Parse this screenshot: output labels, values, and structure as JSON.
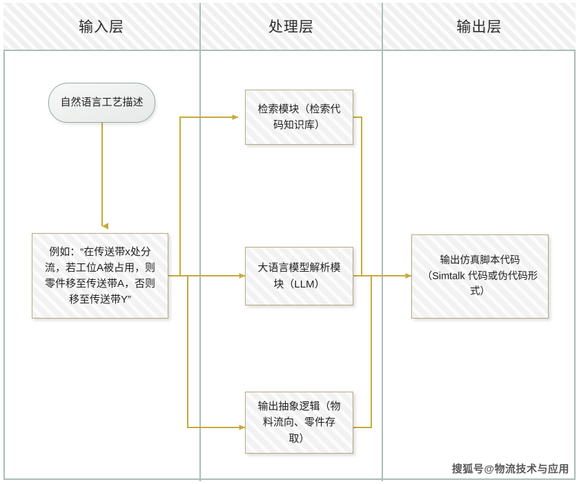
{
  "diagram": {
    "title_lanes": [
      {
        "id": "input",
        "label": "输入层"
      },
      {
        "id": "process",
        "label": "处理层"
      },
      {
        "id": "output",
        "label": "输出层"
      }
    ],
    "nodes": {
      "nl_description": {
        "label": "自然语言工艺描述",
        "shape": "rounded-pill",
        "lane": "input"
      },
      "example_text": {
        "label": "例如：“在传送带x处分\n流，若工位A被占用，则\n零件移至传送带A，否则\n移至传送带Y”",
        "shape": "rect",
        "lane": "input"
      },
      "retrieval_module": {
        "label": "检索模块（检索代\n码知识库）",
        "shape": "rect",
        "lane": "process"
      },
      "llm_module": {
        "label": "大语言模型解析模\n块（LLM）",
        "shape": "rect",
        "lane": "process"
      },
      "abstract_logic": {
        "label": "输出抽象逻辑（物\n料流向、零件存\n取）",
        "shape": "rect",
        "lane": "process"
      },
      "sim_script": {
        "label": "输出仿真脚本代码\n（Simtalk 代码或伪代码形\n式）",
        "shape": "rect",
        "lane": "output"
      }
    },
    "edges": [
      {
        "id": "e1",
        "from": "nl_description",
        "to": "example_text"
      },
      {
        "id": "e2",
        "from": "example_text",
        "to": "retrieval_module"
      },
      {
        "id": "e3",
        "from": "example_text",
        "to": "llm_module"
      },
      {
        "id": "e4",
        "from": "example_text",
        "to": "abstract_logic"
      },
      {
        "id": "e5",
        "from": "retrieval_module",
        "to": "sim_script"
      },
      {
        "id": "e6",
        "from": "llm_module",
        "to": "sim_script"
      },
      {
        "id": "e7",
        "from": "abstract_logic",
        "to": "sim_script"
      }
    ],
    "watermark": "搜狐号@物流技术与应用",
    "colors": {
      "connector": "#c6a93b",
      "lane_border": "#a9bcb8",
      "node_border": "#b5a87e",
      "pill_border": "#92a9a4",
      "node_fill": "#f2f2f2",
      "header_fill": "#f0f0f0",
      "text": "#1f1f1f"
    }
  }
}
